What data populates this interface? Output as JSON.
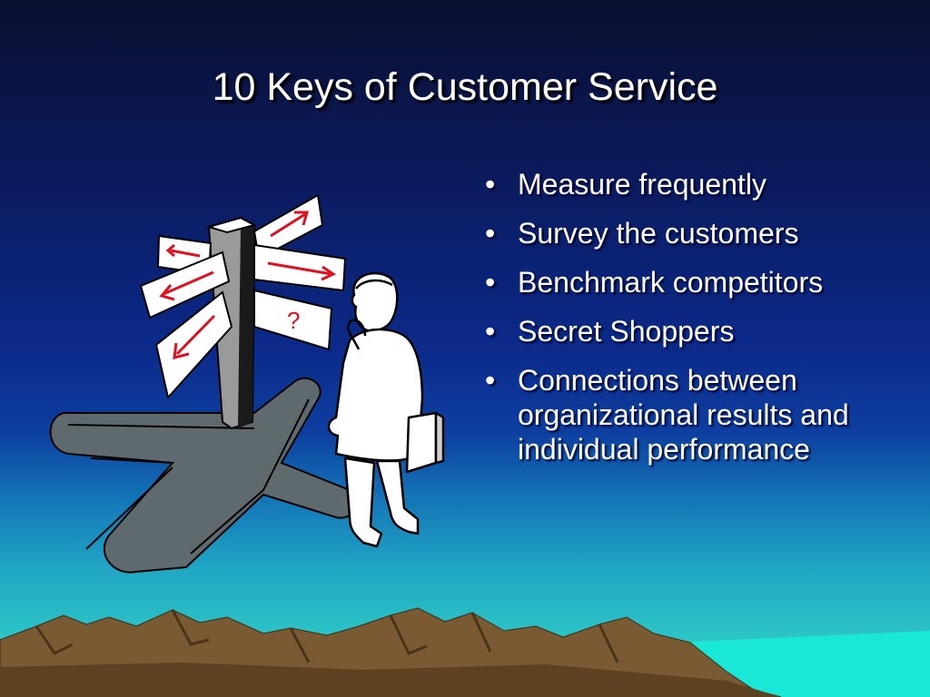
{
  "slide": {
    "title": "10 Keys of Customer Service",
    "bullets": [
      "Measure frequently",
      "Survey the customers",
      "Benchmark competitors",
      "Secret Shoppers",
      "Connections between organizational results and individual performance"
    ],
    "bullet_symbol": "•",
    "signpost_question_mark": "?"
  },
  "colors": {
    "title_text": "#ffffff",
    "body_text": "#ffffff",
    "arrow_red": "#e01020",
    "shadow_gray": "#5f6a6e",
    "mountain_brown": "#7a5a32",
    "sea_cyan": "#19e8d8"
  },
  "icons": {
    "clipart": "signpost-person-icon",
    "background": "mountains-landscape"
  }
}
